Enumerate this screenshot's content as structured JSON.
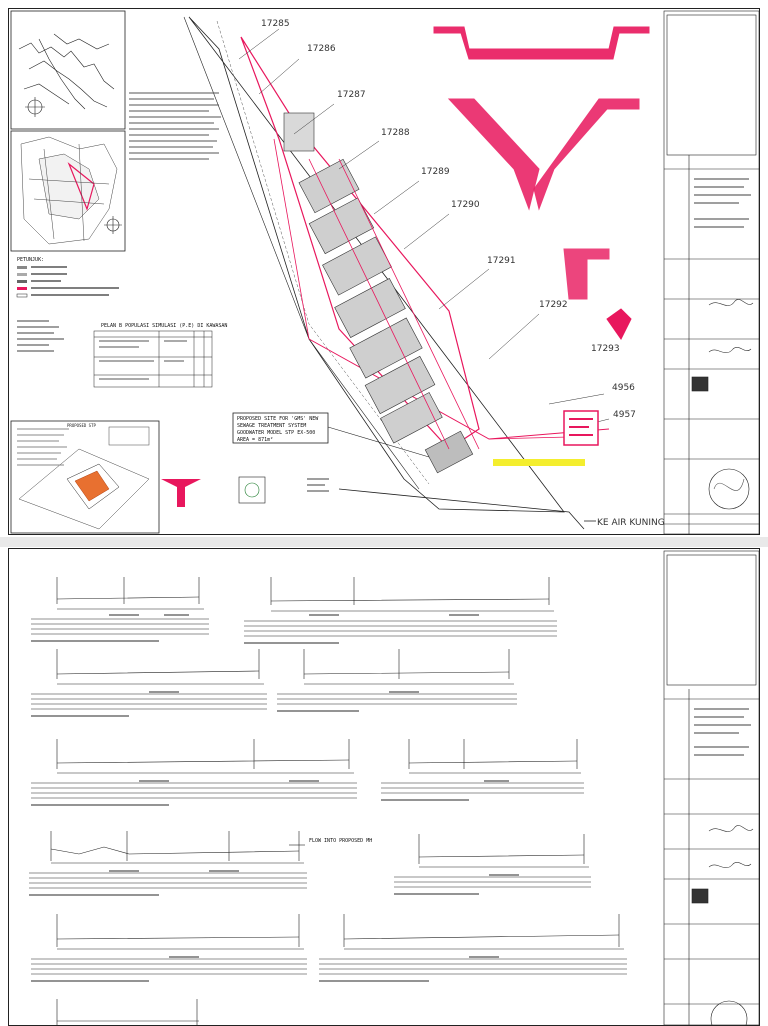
{
  "sheet1": {
    "lot_numbers": [
      "17285",
      "17286",
      "17287",
      "17288",
      "17289",
      "17290",
      "17291",
      "17292",
      "17293",
      "4956",
      "4957"
    ],
    "road_label": "KE AIR KUNING",
    "proposed_site_box": [
      "PROPOSED SITE FOR 'GMS' NEW",
      "SEWAGE TREATMENT SYSTEM",
      "GOODWATER MODEL STP EX-500",
      "AREA = 871m²"
    ],
    "legend_title": "PETUNJUK:",
    "table_title": "PELAN B POPULASI SIMULASI (P.E) DI KAWASAN",
    "inset_label": "PROPOSED STP"
  },
  "sheet2": {
    "flow_label": "FLOW INTO PROPOSED MH"
  },
  "colors": {
    "accent": "#e8175d",
    "line": "#222222",
    "paper": "#ffffff",
    "gap": "#e9e9e9"
  }
}
